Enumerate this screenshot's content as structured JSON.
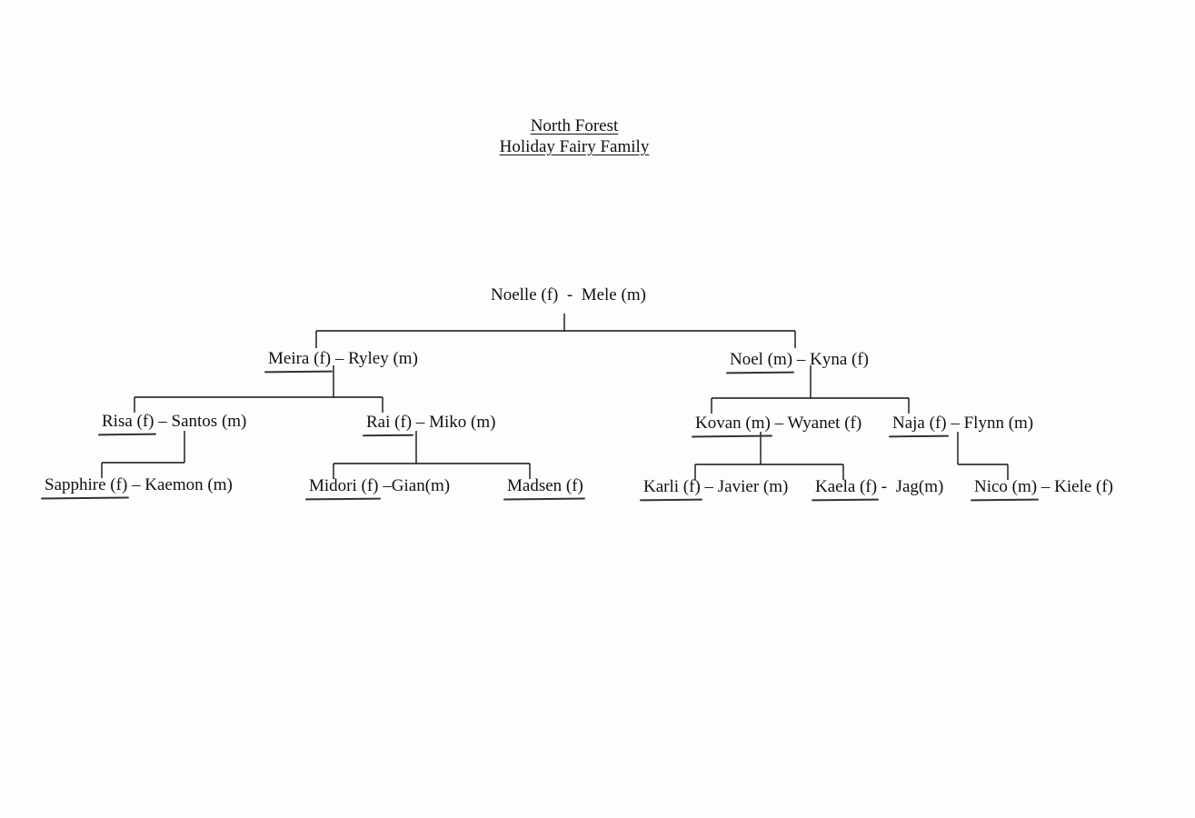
{
  "title": {
    "line1": "North Forest",
    "line2": "Holiday Fairy Family"
  },
  "people": {
    "root": {
      "text": "Noelle (f)  -  Mele (m)"
    },
    "meira": {
      "child": "Meira (f)",
      "spouse": " – Ryley (m)"
    },
    "noel": {
      "child": "Noel (m)",
      "spouse": " – Kyna (f)"
    },
    "risa": {
      "child": "Risa (f)",
      "spouse": " – Santos (m)"
    },
    "rai": {
      "child": "Rai (f)",
      "spouse": " – Miko (m)"
    },
    "kovan": {
      "child": "Kovan (m)",
      "spouse": " – Wyanet (f)"
    },
    "naja": {
      "child": "Naja (f)",
      "spouse": " – Flynn (m)"
    },
    "sapphire": {
      "child": "Sapphire (f)",
      "spouse": " – Kaemon (m)"
    },
    "midori": {
      "child": "Midori (f)",
      "spouse": " –Gian(m)"
    },
    "madsen": {
      "child": "Madsen (f)",
      "spouse": ""
    },
    "karli": {
      "child": "Karli (f)",
      "spouse": " – Javier (m)"
    },
    "kaela": {
      "child": "Kaela (f)",
      "spouse": " -  Jag(m)"
    },
    "nico": {
      "child": "Nico (m)",
      "spouse": " – Kiele (f)"
    }
  }
}
